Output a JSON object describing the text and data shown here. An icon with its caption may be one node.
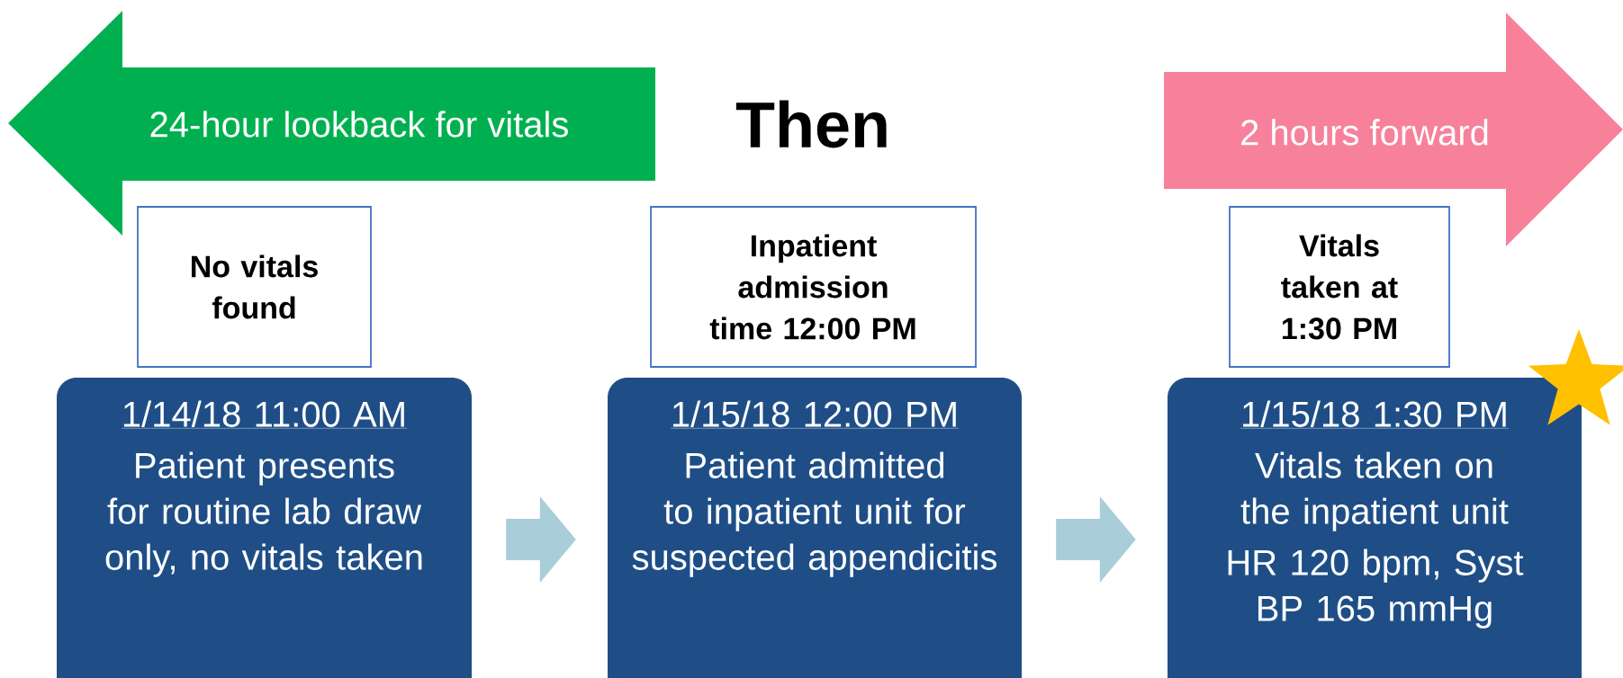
{
  "diagram": {
    "title": "Then",
    "nodes": [
      {
        "text": [
          "24-hour lookback for vitals"
        ]
      },
      {
        "text": [
          "2 hours forward"
        ]
      },
      {
        "text": [
          "No vitals found"
        ]
      },
      {
        "text": [
          "Inpatient admission time 12:00 PM"
        ]
      },
      {
        "text": [
          "Vitals taken at 1:30 PM"
        ]
      },
      {
        "text": [
          "1/14/18 11:00 AM",
          "Patient presents for routine lab draw only, no vitals taken"
        ]
      },
      {
        "text": [
          "1/15/18 12:00 PM",
          "Patient admitted to inpatient unit for suspected appendicitis"
        ]
      },
      {
        "text": [
          "1/15/18 1:30 PM",
          "Vitals taken on the inpatient unit",
          "HR 120 bpm, Syst BP 165 mmHg"
        ]
      }
    ],
    "edges": [
      {
        "from": 5,
        "to": 6,
        "arrow": "to"
      },
      {
        "from": 6,
        "to": 7,
        "arrow": "to"
      }
    ]
  }
}
